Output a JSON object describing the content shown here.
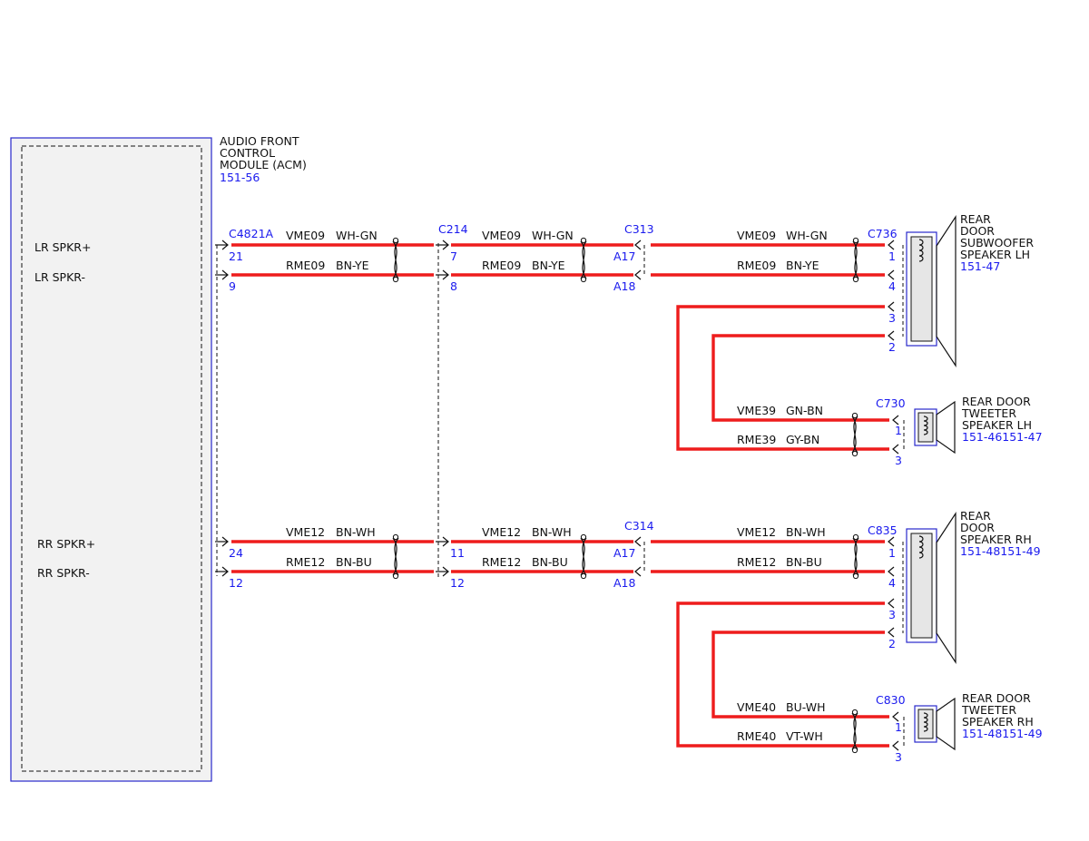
{
  "colors": {
    "wire": "#ee1c1c",
    "module_border": "#2828cc",
    "module_fill": "#f2f2f2",
    "ref_text": "#1a1aee"
  },
  "module": {
    "title_lines": [
      "AUDIO FRONT",
      "CONTROL",
      "MODULE (ACM)"
    ],
    "ref": "151-56",
    "pins": [
      "LR SPKR+",
      "LR SPKR-",
      "RR SPKR+",
      "RR SPKR-"
    ]
  },
  "groups": [
    {
      "plus": {
        "pins": [
          "21",
          "7",
          "A17",
          "1"
        ],
        "circuit": "VME09",
        "color": "WH-GN"
      },
      "minus": {
        "pins": [
          "9",
          "8",
          "A18",
          "4"
        ],
        "circuit": "RME09",
        "color": "BN-YE"
      },
      "connectors": [
        "C4821A",
        "C214",
        "C313",
        "C736"
      ],
      "speaker_pins": [
        "3",
        "2"
      ],
      "speaker": {
        "lines": [
          "REAR",
          "DOOR",
          "SUBWOOFER",
          "SPEAKER LH"
        ],
        "ref": "151-47"
      },
      "tweeter": {
        "connector": "C730",
        "plus": {
          "pin": "1",
          "circuit": "VME39",
          "color": "GN-BN"
        },
        "minus": {
          "pin": "3",
          "circuit": "RME39",
          "color": "GY-BN"
        },
        "lines": [
          "REAR DOOR",
          "TWEETER",
          "SPEAKER LH"
        ],
        "ref": "151-46151-47"
      }
    },
    {
      "plus": {
        "pins": [
          "24",
          "11",
          "A17",
          "1"
        ],
        "circuit": "VME12",
        "color": "BN-WH"
      },
      "minus": {
        "pins": [
          "12",
          "12",
          "A18",
          "4"
        ],
        "circuit": "RME12",
        "color": "BN-BU"
      },
      "connectors": [
        "",
        "",
        "C314",
        "C835"
      ],
      "speaker_pins": [
        "3",
        "2"
      ],
      "speaker": {
        "lines": [
          "REAR",
          "DOOR",
          "SPEAKER RH"
        ],
        "ref": "151-48151-49"
      },
      "tweeter": {
        "connector": "C830",
        "plus": {
          "pin": "1",
          "circuit": "VME40",
          "color": "BU-WH"
        },
        "minus": {
          "pin": "3",
          "circuit": "RME40",
          "color": "VT-WH"
        },
        "lines": [
          "REAR DOOR",
          "TWEETER",
          "SPEAKER RH"
        ],
        "ref": "151-48151-49"
      }
    }
  ]
}
